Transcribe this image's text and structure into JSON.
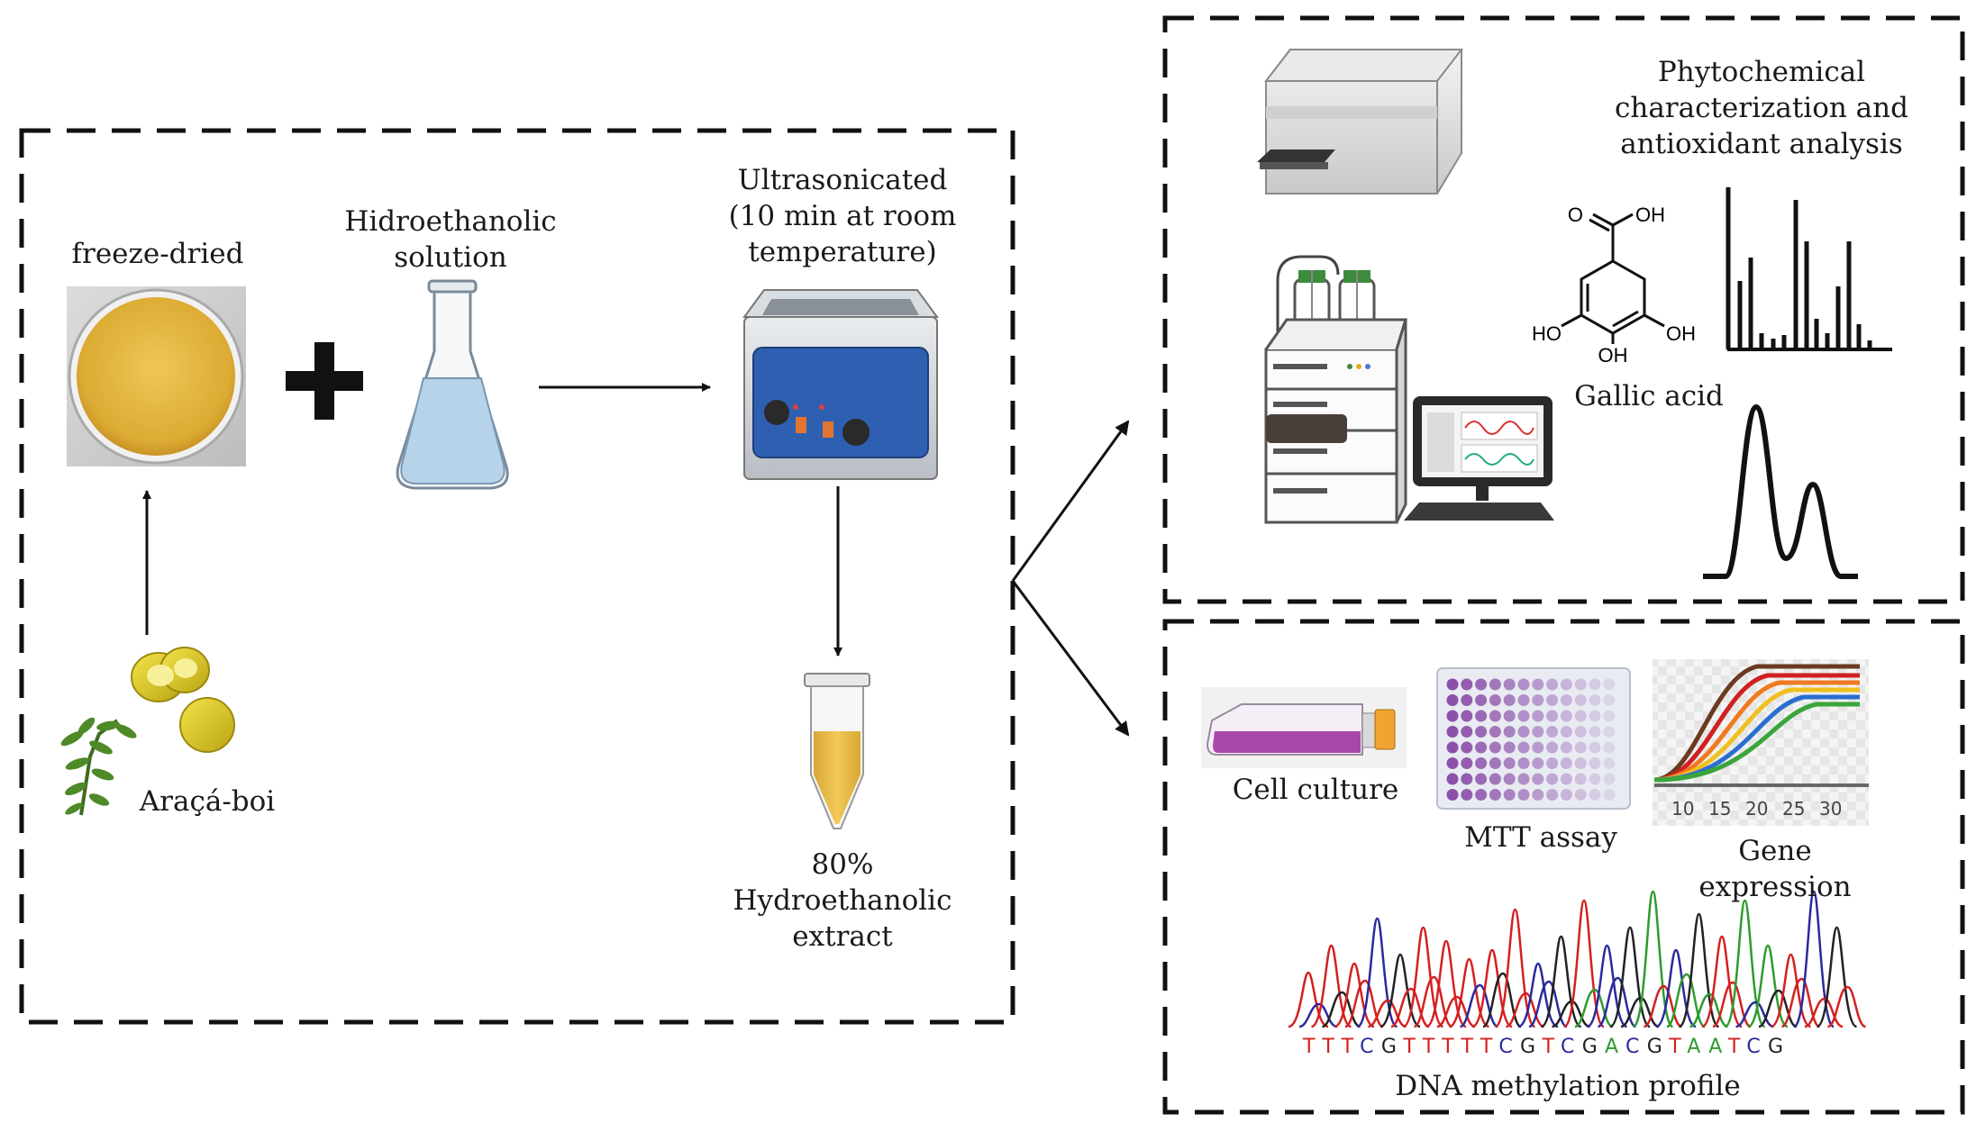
{
  "labels": {
    "freeze_dried": "freeze-dried",
    "hidroethanolic": "Hidroethanolic\nsolution",
    "ultrasonicated": "Ultrasonicated\n(10 min at room\ntemperature)",
    "extract": "80%\nHydroethanolic\nextract",
    "araca_boi": "Araçá-boi",
    "phytochemical": "Phytochemical\ncharacterization and\nantioxidant analysis",
    "gallic_acid": "Gallic acid",
    "cell_culture": "Cell culture",
    "mtt_assay": "MTT assay",
    "gene_expression": "Gene expression",
    "dna_methylation": "DNA methylation profile"
  },
  "molecule": {
    "o_label": "O",
    "oh_top": "OH",
    "ho_left": "HO",
    "oh_right": "OH",
    "oh_bottom": "OH"
  },
  "gene_axis_ticks": [
    "10",
    "15",
    "20",
    "25",
    "30"
  ],
  "dna_sequence": "TTTCGTTTTTCGTCGACGTAATCG",
  "colors": {
    "dna_A": "#2e9b2e",
    "dna_C": "#2a2a9e",
    "dna_G": "#222222",
    "dna_T": "#d42020",
    "sonicator_body": "#2f5fb0",
    "powder": "#e2b13c",
    "fruit": "#e8d12a",
    "extract_fill": "#e7bb46",
    "flask_liquid": "#b7d3ea"
  }
}
